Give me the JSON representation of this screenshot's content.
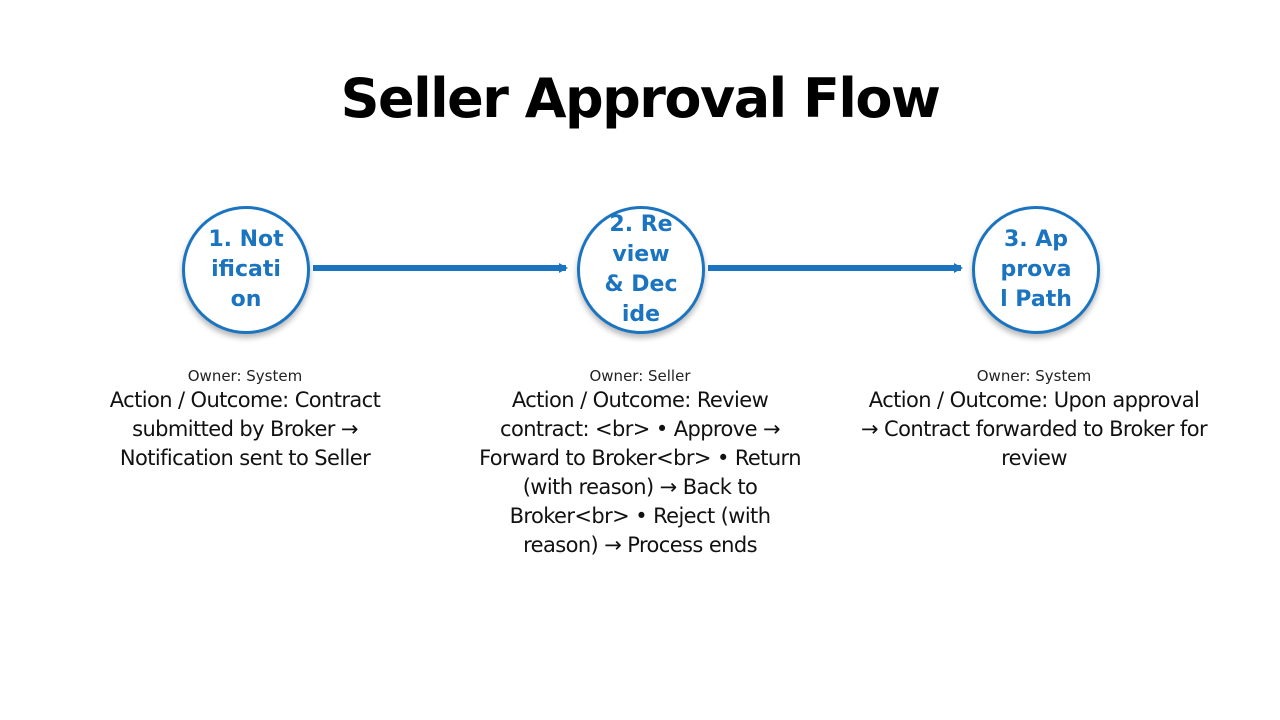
{
  "title": "Seller Approval Flow",
  "colors": {
    "accent": "#1b74c0",
    "text": "#000000",
    "background": "#ffffff"
  },
  "steps": [
    {
      "label": "1. Notification",
      "owner": "Owner: System",
      "action": "Action / Outcome: Contract submitted by Broker → Notification sent to Seller"
    },
    {
      "label": "2. Review & Decide",
      "owner": "Owner: Seller",
      "action": "Action / Outcome: Review contract: <br> • Approve → Forward to Broker<br> • Return (with reason) → Back to Broker<br> • Reject (with reason) → Process ends"
    },
    {
      "label": "3. Approval Path",
      "owner": "Owner: System",
      "action": "Action / Outcome: Upon approval → Contract forwarded to Broker for review"
    }
  ]
}
